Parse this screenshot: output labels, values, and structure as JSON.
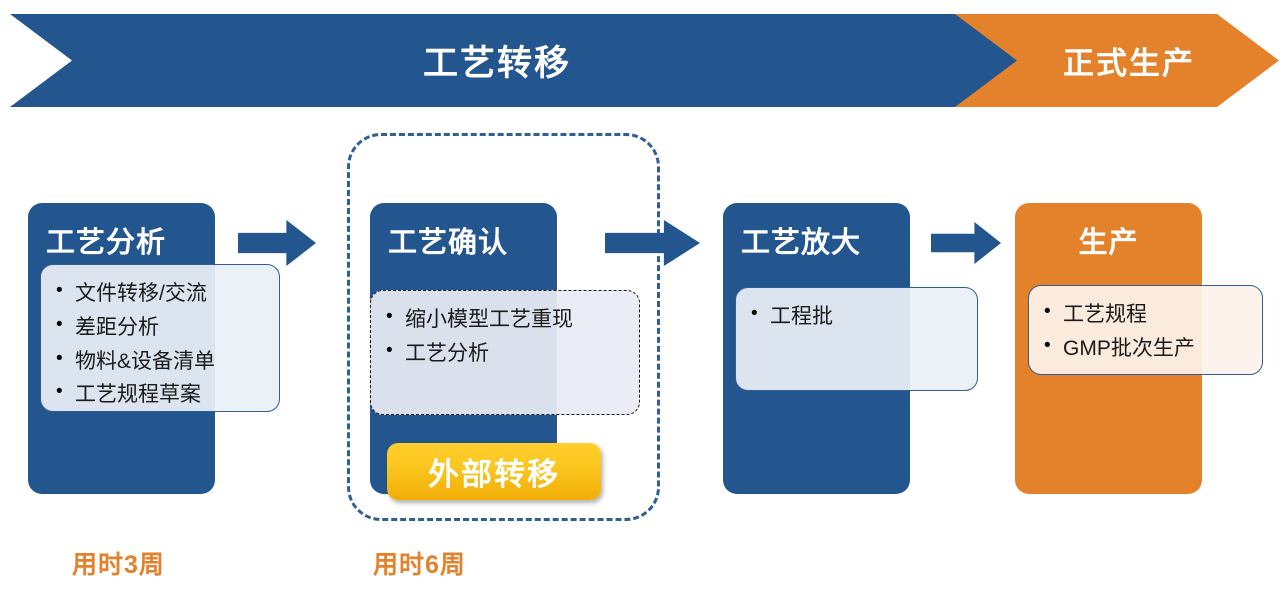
{
  "banner": {
    "phase": {
      "label": "工艺转移",
      "color": "#23568F"
    },
    "production": {
      "label": "正式生产",
      "color": "#E3822A"
    }
  },
  "stages": [
    {
      "id": "process-analysis",
      "title": "工艺分析",
      "color": "#23568F",
      "bullets": [
        "文件转移/交流",
        "差距分析",
        "物料&设备清单",
        "工艺规程草案"
      ]
    },
    {
      "id": "process-confirmation",
      "title": "工艺确认",
      "color": "#23568F",
      "bullets": [
        "缩小模型工艺重现",
        "工艺分析"
      ]
    },
    {
      "id": "process-scale-up",
      "title": "工艺放大",
      "color": "#23568F",
      "bullets": [
        "工程批"
      ]
    },
    {
      "id": "production",
      "title": "生产",
      "color": "#E3822A",
      "bullets": [
        "工艺规程",
        "GMP批次生产"
      ]
    }
  ],
  "badge": {
    "label": "外部转移",
    "color": "#FBC61F"
  },
  "durations": [
    {
      "label": "用时3周"
    },
    {
      "label": "用时6周"
    }
  ],
  "arrows": {
    "icon": "right-arrow-icon",
    "color": "#23568F"
  },
  "group_outline": {
    "name": "external-transfer-group",
    "color": "#2E6096"
  }
}
